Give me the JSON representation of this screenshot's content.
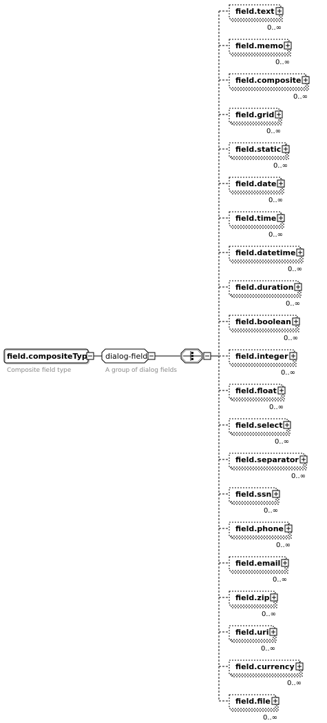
{
  "root": {
    "name": "field.compositeType",
    "annotation": "Composite field type"
  },
  "group": {
    "name": "dialog-fields",
    "annotation": "A group of dialog fields"
  },
  "compositor": {
    "kind": "sequence"
  },
  "elements": [
    {
      "name": "field.text",
      "cardinality": "0..∞"
    },
    {
      "name": "field.memo",
      "cardinality": "0..∞"
    },
    {
      "name": "field.composite",
      "cardinality": "0..∞"
    },
    {
      "name": "field.grid",
      "cardinality": "0..∞"
    },
    {
      "name": "field.static",
      "cardinality": "0..∞"
    },
    {
      "name": "field.date",
      "cardinality": "0..∞"
    },
    {
      "name": "field.time",
      "cardinality": "0..∞"
    },
    {
      "name": "field.datetime",
      "cardinality": "0..∞"
    },
    {
      "name": "field.duration",
      "cardinality": "0..∞"
    },
    {
      "name": "field.boolean",
      "cardinality": "0..∞"
    },
    {
      "name": "field.integer",
      "cardinality": "0..∞"
    },
    {
      "name": "field.float",
      "cardinality": "0..∞"
    },
    {
      "name": "field.select",
      "cardinality": "0..∞"
    },
    {
      "name": "field.separator",
      "cardinality": "0..∞"
    },
    {
      "name": "field.ssn",
      "cardinality": "0..∞"
    },
    {
      "name": "field.phone",
      "cardinality": "0..∞"
    },
    {
      "name": "field.email",
      "cardinality": "0..∞"
    },
    {
      "name": "field.zip",
      "cardinality": "0..∞"
    },
    {
      "name": "field.uri",
      "cardinality": "0..∞"
    },
    {
      "name": "field.currency",
      "cardinality": "0..∞"
    },
    {
      "name": "field.file",
      "cardinality": "0..∞"
    }
  ],
  "icons": {
    "expand": "plus-box-icon",
    "collapse": "minus-box-icon",
    "sequence": "sequence-compositor-icon"
  }
}
